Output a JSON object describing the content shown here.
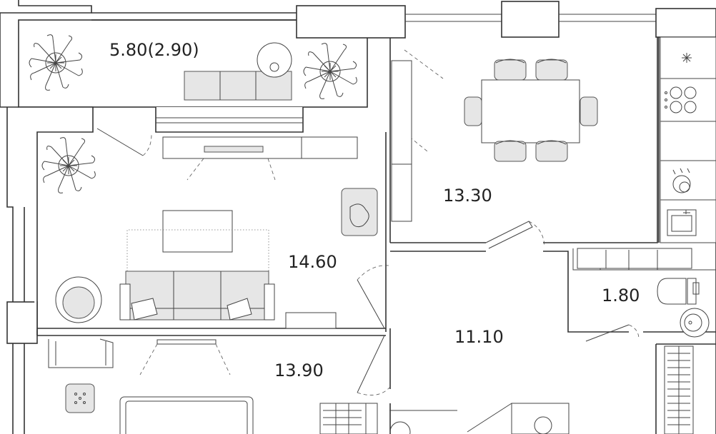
{
  "plan": {
    "rooms": [
      {
        "id": "balcony",
        "label": "5.80(2.90)"
      },
      {
        "id": "kitchen-dining",
        "label": "13.30"
      },
      {
        "id": "living-room",
        "label": "14.60"
      },
      {
        "id": "bathroom",
        "label": "1.80"
      },
      {
        "id": "hallway",
        "label": "11.10"
      },
      {
        "id": "bedroom",
        "label": "13.90"
      }
    ],
    "colors": {
      "wall": "#333333",
      "furniture_fill": "#e6e6e6",
      "background": "#ffffff"
    }
  }
}
